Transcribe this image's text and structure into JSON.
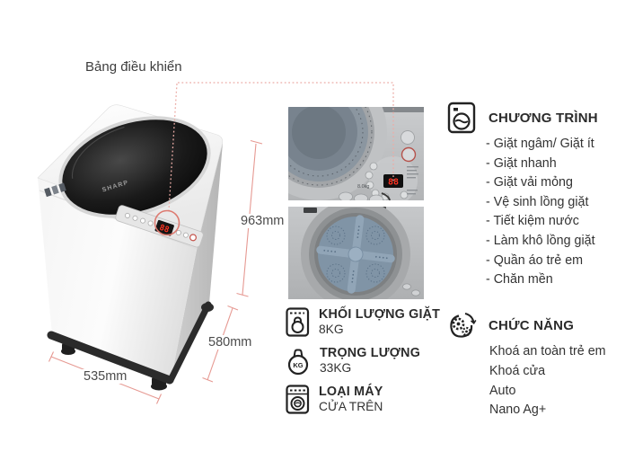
{
  "machine": {
    "brand": "SHARP",
    "display_value": "88",
    "capacity_badge": "8.0kg",
    "control_panel_label": "Bảng điều khiển"
  },
  "dimensions": {
    "height_label": "963mm",
    "depth_label": "580mm",
    "width_label": "535mm"
  },
  "programs": {
    "icon": "washing-machine-icon",
    "title": "CHƯƠNG TRÌNH",
    "items": [
      "- Giặt ngâm/ Giặt ít",
      "- Giặt nhanh",
      "- Giặt vải mỏng",
      "- Vệ sinh lồng giặt",
      "- Tiết kiệm nước",
      "- Làm khô lồng giặt",
      "- Quần áo trẻ em",
      "- Chăn mền"
    ]
  },
  "functions": {
    "icon": "gears-icon",
    "title": "CHỨC NĂNG",
    "items": [
      "Khoá an toàn trẻ em",
      "Khoá cửa",
      "Auto",
      "Nano Ag+"
    ]
  },
  "specs": {
    "wash_capacity": {
      "icon": "wash-capacity-icon",
      "title": "KHỐI LƯỢNG GIẶT",
      "value": "8KG"
    },
    "weight": {
      "icon": "weight-icon",
      "icon_text": "KG",
      "title": "TRỌNG LƯỢNG",
      "value": "33KG"
    },
    "machine_type": {
      "icon": "top-load-machine-icon",
      "title": "LOẠI MÁY",
      "value": "CỬA TRÊN"
    }
  },
  "colors": {
    "annotation_line": "#e69992",
    "connector_dotted": "#ecaca6",
    "display_red": "#ff3322",
    "pulsator_blue": "#8094a6",
    "text_dark": "#2b2b2b"
  }
}
